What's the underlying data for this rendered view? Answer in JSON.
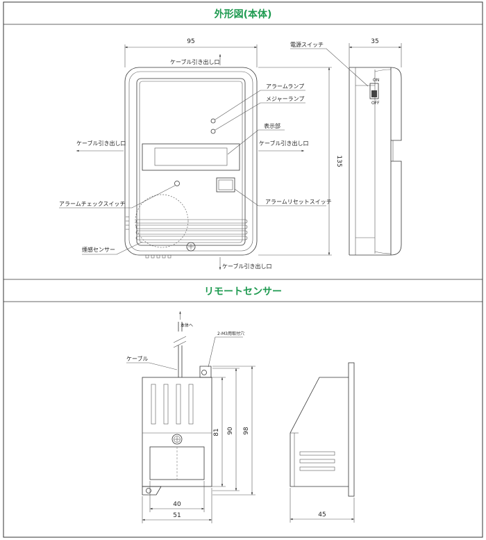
{
  "sections": [
    {
      "title": "外形図(本体)"
    },
    {
      "title": "リモートセンサー"
    }
  ],
  "main_unit": {
    "width_dim": "95",
    "depth_dim": "35",
    "height_dim": "135",
    "cable_top": "ケーブル引き出し口",
    "cable_left": "ケーブル引き出し口",
    "cable_right": "ケーブル引き出し口",
    "cable_bottom": "ケーブル引き出し口",
    "alarm_lamp": "アラームランプ",
    "measure_lamp": "メジャーランプ",
    "display": "表示部",
    "alarm_reset": "アラームリセットスイッチ",
    "alarm_check": "アラームチェックスイッチ",
    "smoke_sensor": "煙感センサー",
    "power_switch": "電源スイッチ",
    "on_label": "ON",
    "off_label": "OFF"
  },
  "remote_sensor": {
    "to_main": "本体へ",
    "mount_holes": "2-M3用取付穴",
    "cable": "ケーブル",
    "dim_81": "81",
    "dim_90": "90",
    "dim_98": "98",
    "dim_40": "40",
    "dim_51": "51",
    "dim_45": "45"
  }
}
